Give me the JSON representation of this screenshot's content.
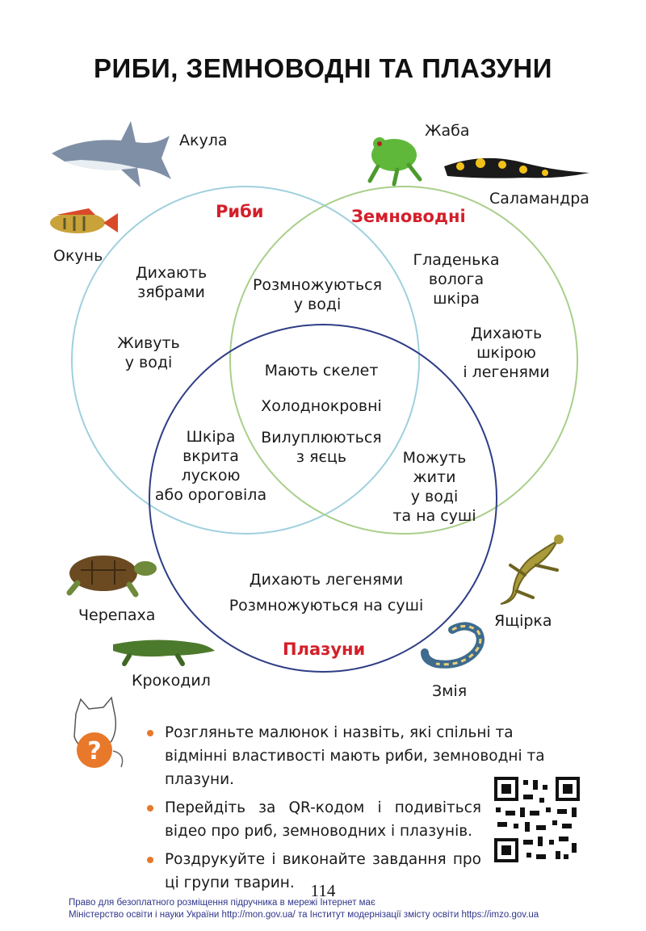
{
  "page": {
    "title": "РИБИ, ЗЕМНОВОДНІ ТА ПЛАЗУНИ",
    "page_number": "114"
  },
  "groups": {
    "fish": "Риби",
    "amphibians": "Земноводні",
    "reptiles": "Плазуни"
  },
  "animals": {
    "shark": "Акула",
    "perch": "Окунь",
    "frog": "Жаба",
    "salamander": "Саламандра",
    "turtle": "Черепаха",
    "crocodile": "Крокодил",
    "lizard": "Ящірка",
    "snake": "Змія"
  },
  "regions": {
    "fish_only_1_l1": "Дихають",
    "fish_only_1_l2": "зябрами",
    "fish_only_2_l1": "Живуть",
    "fish_only_2_l2": "у воді",
    "fish_amph_l1": "Розмножуються",
    "fish_amph_l2": "у воді",
    "amph_only_1_l1": "Гладенька",
    "amph_only_1_l2": "волога",
    "amph_only_1_l3": "шкіра",
    "amph_only_2_l1": "Дихають",
    "amph_only_2_l2": "шкірою",
    "amph_only_2_l3": "і легенями",
    "center_1": "Мають скелет",
    "center_2": "Холоднокровні",
    "center_3_l1": "Вилуплюються",
    "center_3_l2": "з яєць",
    "fish_rept_l1": "Шкіра",
    "fish_rept_l2": "вкрита",
    "fish_rept_l3": "лускою",
    "fish_rept_l4": "або ороговіла",
    "amph_rept_l1": "Можуть",
    "amph_rept_l2": "жити",
    "amph_rept_l3": "у воді",
    "amph_rept_l4": "та на суші",
    "rept_only_1": "Дихають легенями",
    "rept_only_2": "Розмножуються на суші"
  },
  "tasks": [
    "Розгляньте малюнок і назвіть, які спільні та відмінні властивості мають риби, земноводні та плазуни.",
    "Перейдіть за QR-кодом і подивіться відео про риб, земноводних і плазунів.",
    "Роздрукуйте і виконайте завдання про ці групи тварин."
  ],
  "footer": {
    "line1": "Право для безоплатного розміщення підручника в мережі Інтернет має",
    "line2": "Міністерство освіти і науки України http://mon.gov.ua/ та Інститут модернізації змісту освіти https://imzo.gov.ua"
  },
  "colors": {
    "fish_circle": "#9fd0de",
    "amphibian_circle": "#a9cf8b",
    "reptile_circle": "#2e3d86",
    "group_label": "#d41f2a",
    "bullet": "#e8782a",
    "footer_text": "#30368a"
  },
  "icons": [
    "shark-icon",
    "perch-icon",
    "frog-icon",
    "salamander-icon",
    "turtle-icon",
    "crocodile-icon",
    "lizard-icon",
    "snake-icon",
    "cat-question-icon",
    "qr-code-icon"
  ]
}
